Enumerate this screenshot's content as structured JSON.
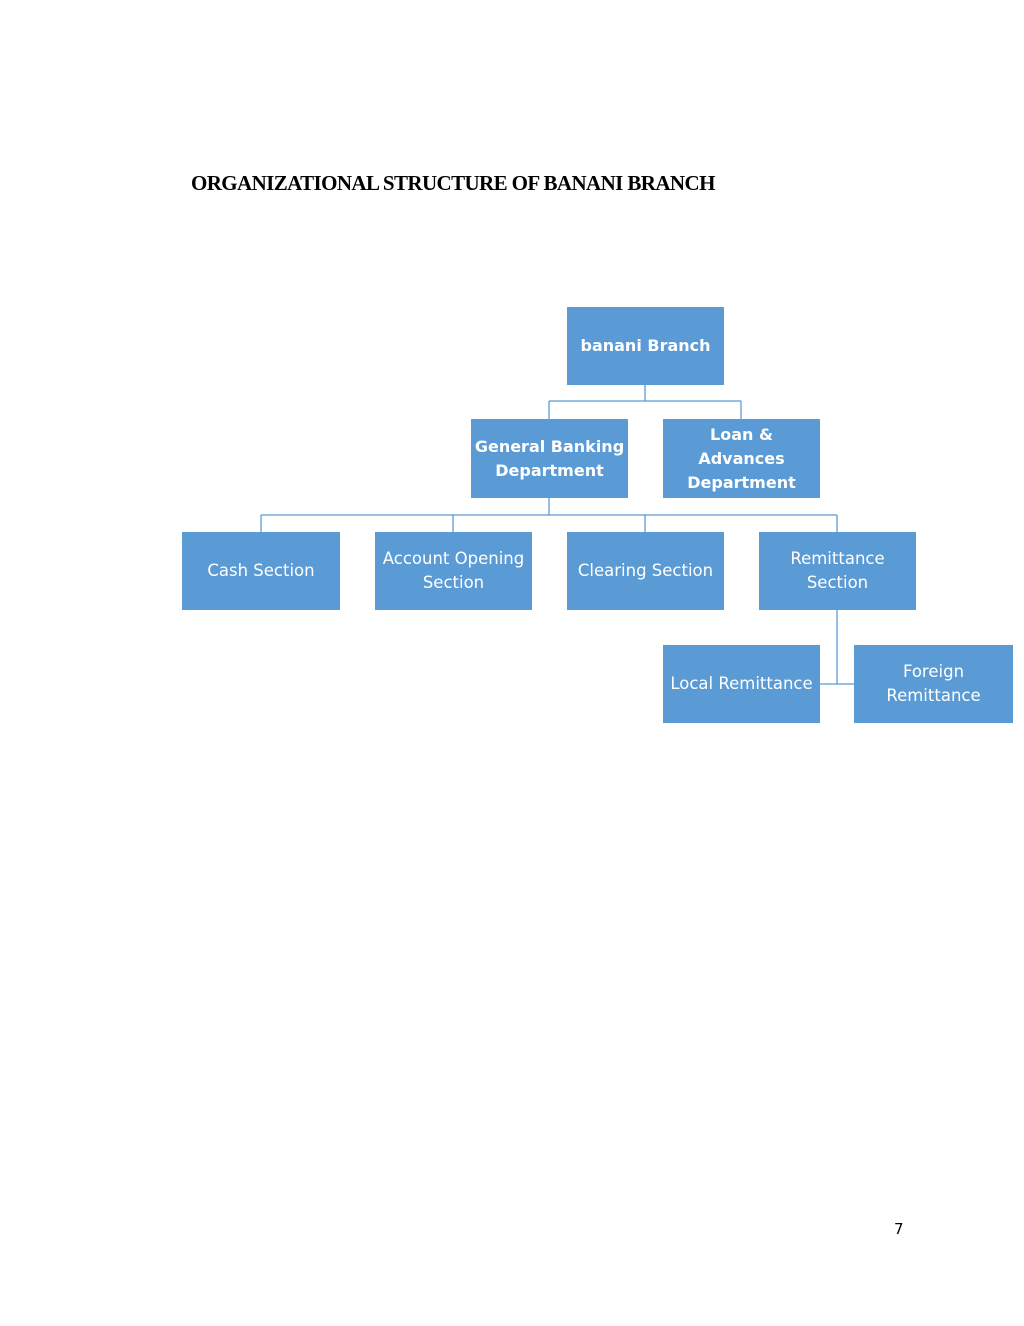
{
  "page": {
    "heading": "ORGANIZATIONAL STRUCTURE OF BANANI BRANCH",
    "page_number": "7"
  },
  "org_chart": {
    "root": "banani Branch",
    "departments": {
      "general_banking": "General Banking\nDepartment",
      "loan_advances": "Loan & Advances\nDepartment"
    },
    "sections": {
      "cash": "Cash Section",
      "account_opening": "Account Opening\nSection",
      "clearing": "Clearing Section",
      "remittance": "Remittance\nSection"
    },
    "remittance_types": {
      "local": "Local Remittance",
      "foreign": "Foreign\nRemittance"
    }
  },
  "colors": {
    "node_fill": "#5b9bd5",
    "node_text": "#ffffff",
    "connector": "#5b9bd5"
  }
}
